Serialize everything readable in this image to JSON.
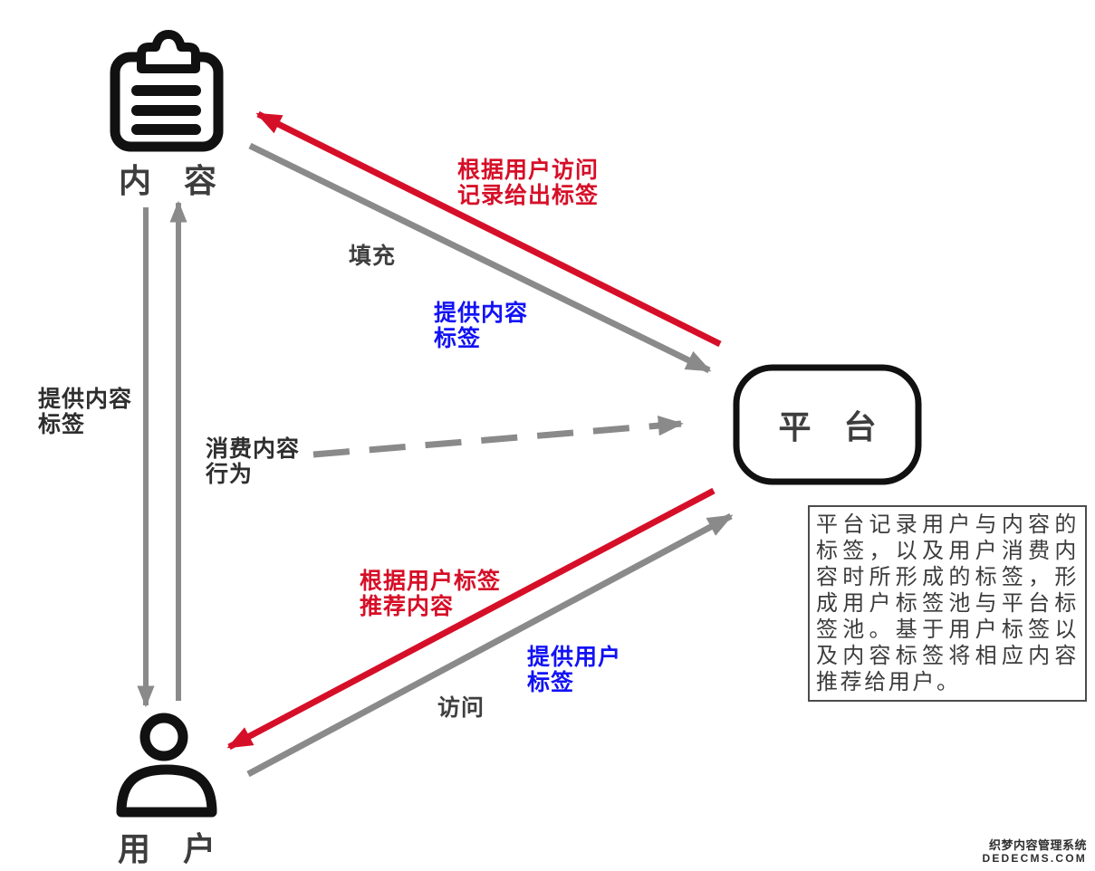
{
  "colors": {
    "red": "#d60f28",
    "blue": "#1212f5",
    "gray": "#8a8a8a",
    "ink": "#111111",
    "dark_text": "#2e2e2e",
    "mid_text": "#3f3f3f",
    "node_text": "#3d3d3d",
    "note_text": "#3c3c3c"
  },
  "nodes": {
    "content": {
      "label": "内　容"
    },
    "platform": {
      "label": "平　台"
    },
    "user": {
      "label": "用　户"
    }
  },
  "edge_labels": {
    "tags_from_visits": "根据用户访问\n记录给出标签",
    "fill": "填充",
    "provide_content_tags_blue": "提供内容\n标签",
    "provide_content_tags_left": "提供内容\n标签",
    "consume_behavior": "消费内容\n行为",
    "recommend_by_user_tags": "根据用户标签\n推荐内容",
    "provide_user_tags": "提供用户\n标签",
    "visit": "访问"
  },
  "note": {
    "text": "平台记录用户与内容的标签，以及用户消费内容时所形成的标签，形成用户标签池与平台标签池。基于用户标签以及内容标签将相应内容推荐给用户。"
  },
  "watermark": {
    "line1": "织梦内容管理系统",
    "line2": "DEDECMS.COM"
  }
}
